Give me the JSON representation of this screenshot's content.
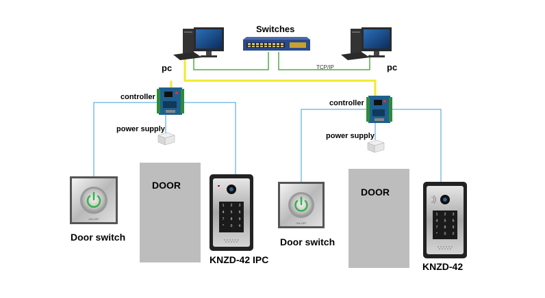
{
  "labels": {
    "switches": "Switches",
    "pc_left": "pc",
    "pc_right": "pc",
    "network": "TCP/IP",
    "controller_left": "controller",
    "controller_right": "controller",
    "power_left": "power supply",
    "power_right": "power supply",
    "door_left": "DOOR",
    "door_right": "DOOR",
    "doorswitch_left": "Door switch",
    "doorswitch_right": "Door switch",
    "button_text_left": "ON-OFF",
    "button_text_right": "ON-OFF",
    "intercom_left": "KNZD-42 IPC",
    "intercom_right": "KNZD-42"
  },
  "keypad_keys": [
    "1",
    "2",
    "3",
    "4",
    "5",
    "6",
    "7",
    "8",
    "9",
    "*",
    "0",
    "#"
  ],
  "colors": {
    "lan_cable": "#f2ea2c",
    "tcp_cable": "#4fae3e",
    "signal_wire": "#3a9ed8",
    "door": "#bdbdbd",
    "controller_board": "#1f5f8f",
    "switch_body": "#2a4a8a",
    "intercom_body": "#222222"
  },
  "icons": [
    "pc-icon",
    "network-switch-icon",
    "controller-board-icon",
    "power-supply-icon",
    "exit-button-icon",
    "intercom-icon"
  ]
}
